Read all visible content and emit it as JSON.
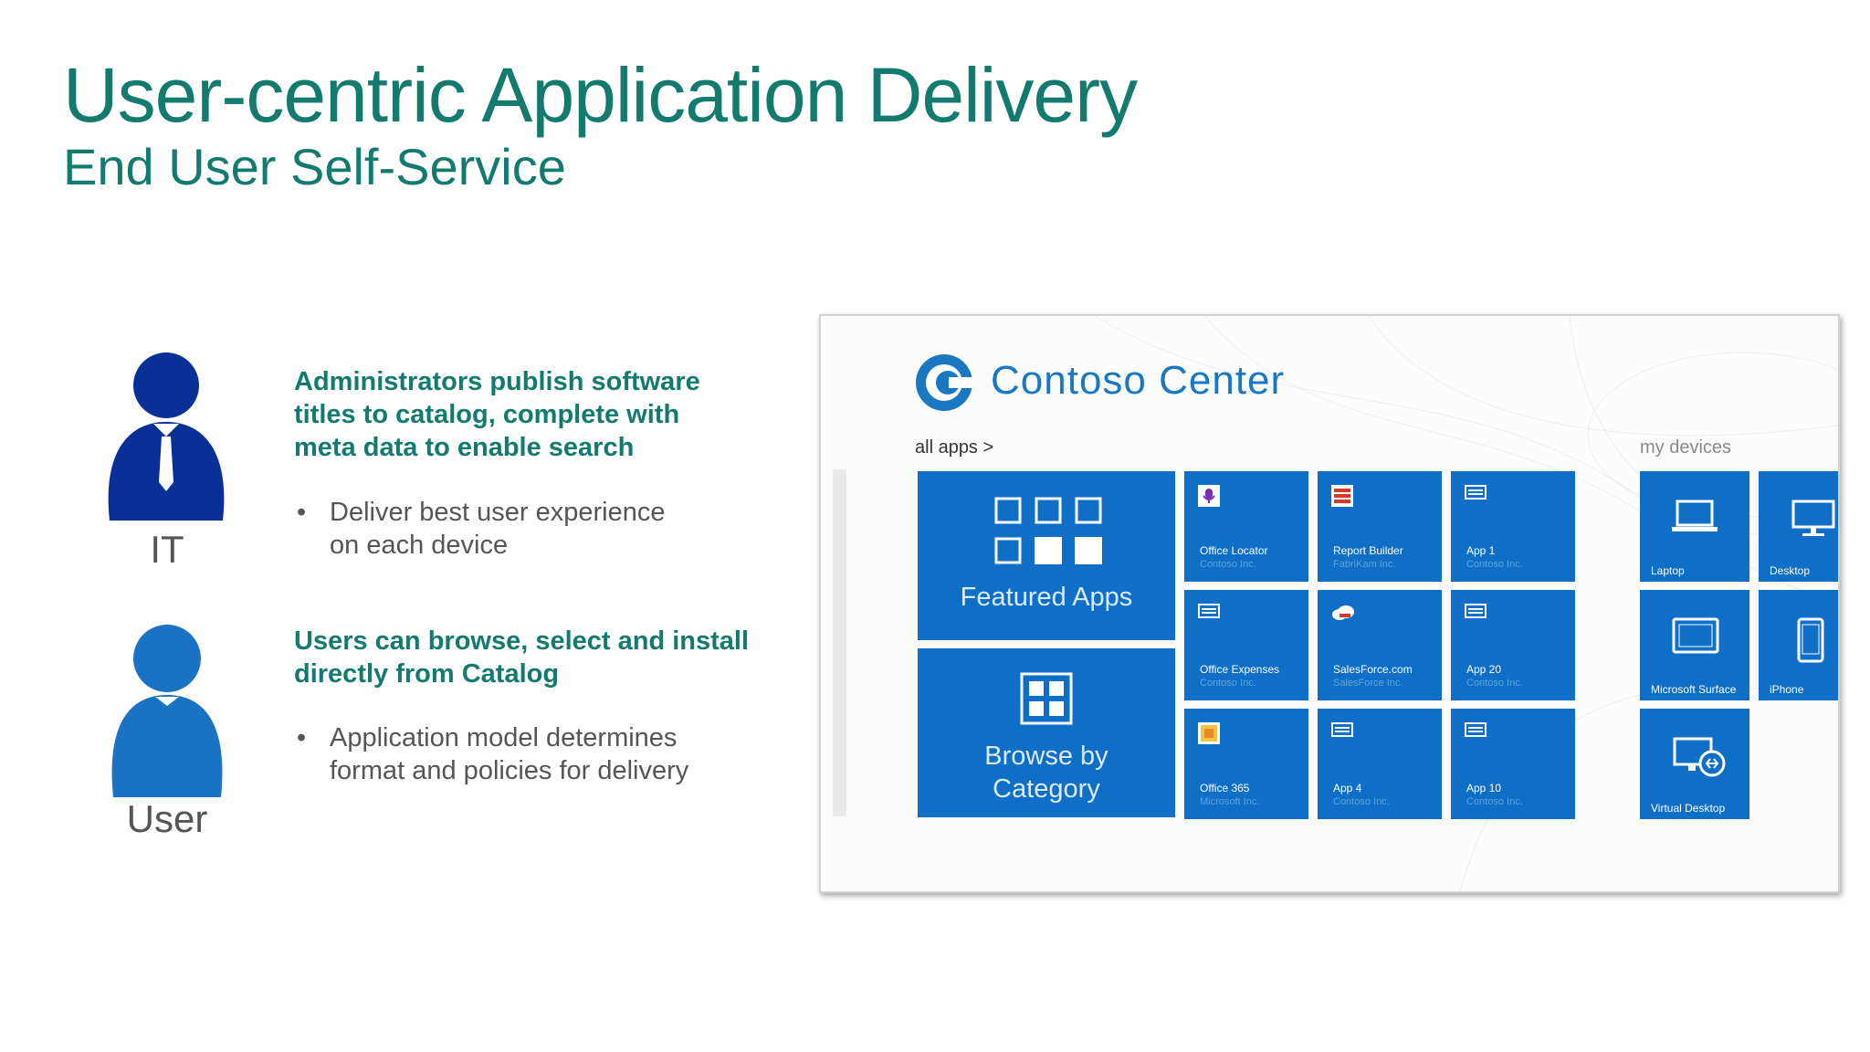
{
  "slide": {
    "title": "User-centric Application Delivery",
    "subtitle": "End User Self-Service",
    "colors": {
      "heading": "#137a6e",
      "admin_figure": "#0a2f96",
      "user_figure": "#1a72c4",
      "tile": "#0f6fc6"
    }
  },
  "personas": {
    "it": {
      "label": "IT",
      "icon": "administrator-person-icon",
      "heading_lines": [
        "Administrators publish software",
        "titles to catalog, complete with",
        "meta data to enable search"
      ],
      "bullet_lines": [
        "Deliver best user experience",
        "on each device"
      ]
    },
    "user": {
      "label": "User",
      "icon": "user-person-icon",
      "heading_lines": [
        "Users can browse, select and install",
        "directly from Catalog"
      ],
      "bullet_lines": [
        "Application model determines",
        "format and policies for delivery"
      ]
    },
    "bullet_glyph": "•"
  },
  "app": {
    "title": "Contoso Center",
    "logo_icon": "contoso-logo-icon",
    "all_apps_label": "all apps >",
    "my_devices_label": "my devices",
    "featured": {
      "label": "Featured Apps",
      "icon": "featured-grid-icon"
    },
    "browse": {
      "label_lines": [
        "Browse by",
        "Category"
      ],
      "icon": "category-grid-icon"
    },
    "apps": [
      {
        "name": "Office Locator",
        "publisher": "Contoso Inc.",
        "icon": "microphone-icon"
      },
      {
        "name": "Report Builder",
        "publisher": "FabriKam Inc.",
        "icon": "report-icon"
      },
      {
        "name": "App 1",
        "publisher": "Contoso Inc.",
        "icon": "keyboard-icon"
      },
      {
        "name": "Office Expenses",
        "publisher": "Contoso Inc.",
        "icon": "keyboard-icon"
      },
      {
        "name": "SalesForce.com",
        "publisher": "SalesForce Inc.",
        "icon": "cloud-icon"
      },
      {
        "name": "App 20",
        "publisher": "Contoso Inc.",
        "icon": "keyboard-icon"
      },
      {
        "name": "Office 365",
        "publisher": "Microsoft Inc.",
        "icon": "office-icon"
      },
      {
        "name": "App 4",
        "publisher": "Contoso Inc.",
        "icon": "keyboard-icon"
      },
      {
        "name": "App 10",
        "publisher": "Contoso Inc.",
        "icon": "keyboard-icon"
      }
    ],
    "devices": [
      {
        "name": "Laptop",
        "icon": "laptop-icon"
      },
      {
        "name": "Desktop",
        "icon": "desktop-icon"
      },
      {
        "name": "Microsoft Surface",
        "icon": "tablet-icon"
      },
      {
        "name": "iPhone",
        "icon": "phone-icon"
      },
      {
        "name": "Virtual Desktop",
        "icon": "virtual-desktop-icon"
      }
    ]
  }
}
